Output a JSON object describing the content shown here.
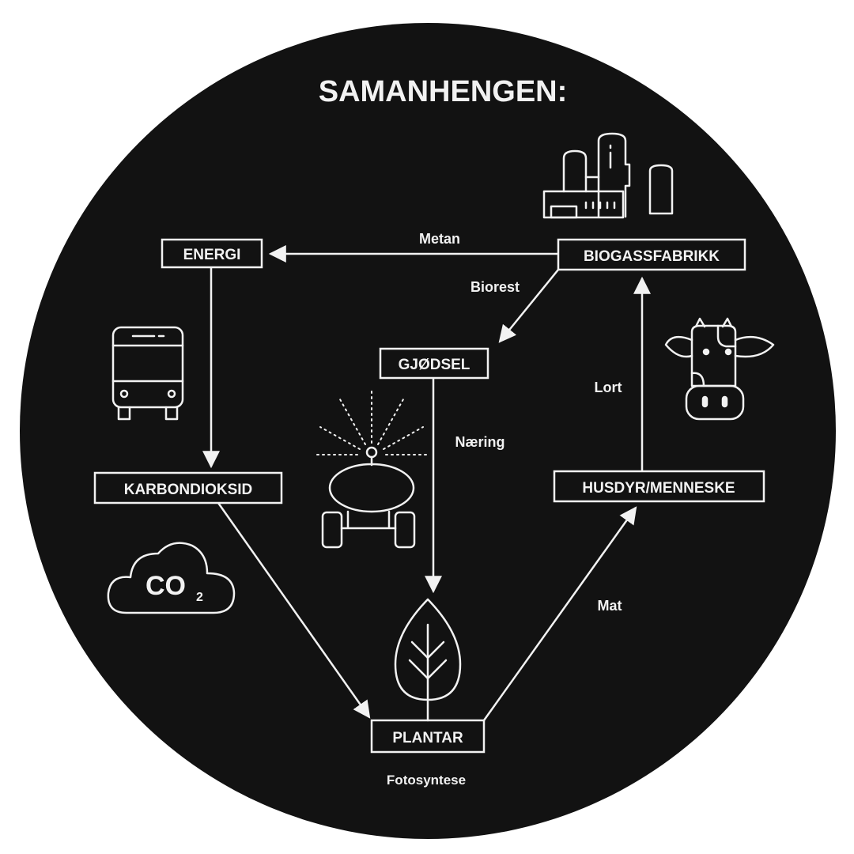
{
  "title": "SAMANHENGEN:",
  "colors": {
    "background": "#121212",
    "foreground": "#f2f2f2",
    "page": "#ffffff"
  },
  "nodes": {
    "energi": "ENERGI",
    "biogassfabrikk": "BIOGASSFABRIKK",
    "gjodsel": "GJØDSEL",
    "karbondioksid": "KARBONDIOKSID",
    "husdyr": "HUSDYR/MENNESKE",
    "plantar": "PLANTAR"
  },
  "edges": {
    "metan": "Metan",
    "biorest": "Biorest",
    "naering": "Næring",
    "lort": "Lort",
    "mat": "Mat",
    "fotosyntese": "Fotosyntese"
  },
  "icons": {
    "factory": "factory-icon",
    "bus": "bus-icon",
    "cow": "cow-icon",
    "spreader": "manure-spreader-icon",
    "cloud": "co2-cloud-icon",
    "cloud_text": "CO",
    "cloud_sub": "2",
    "leaf": "leaf-icon"
  }
}
